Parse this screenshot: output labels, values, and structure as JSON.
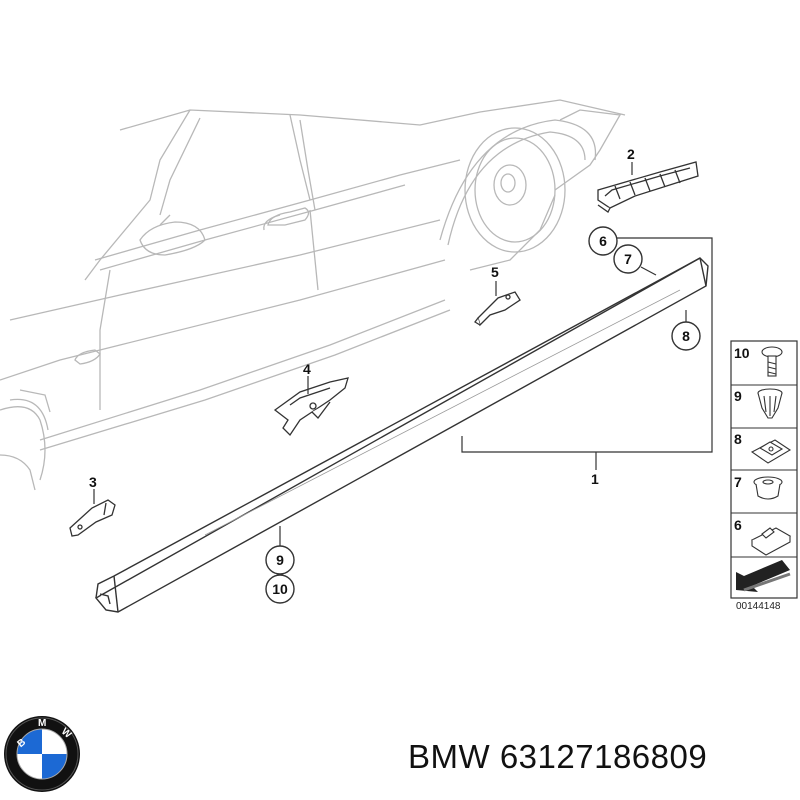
{
  "callouts": {
    "part_1": "1",
    "part_2": "2",
    "part_3": "3",
    "part_4": "4",
    "part_5": "5",
    "part_6": "6",
    "part_7": "7",
    "part_8": "8",
    "part_9": "9",
    "part_10": "10"
  },
  "legend": {
    "items": [
      "10",
      "9",
      "8",
      "7",
      "6"
    ]
  },
  "drawing_number": "00144148",
  "caption": {
    "brand": "BMW",
    "part_number": "63127186809"
  },
  "logo": {
    "letters": "BMW",
    "colors": {
      "blue": "#1c69d4",
      "ring": "#111111",
      "white": "#ffffff"
    }
  },
  "colors": {
    "line_art": "#b8b8b8",
    "part_outline": "#333333"
  }
}
